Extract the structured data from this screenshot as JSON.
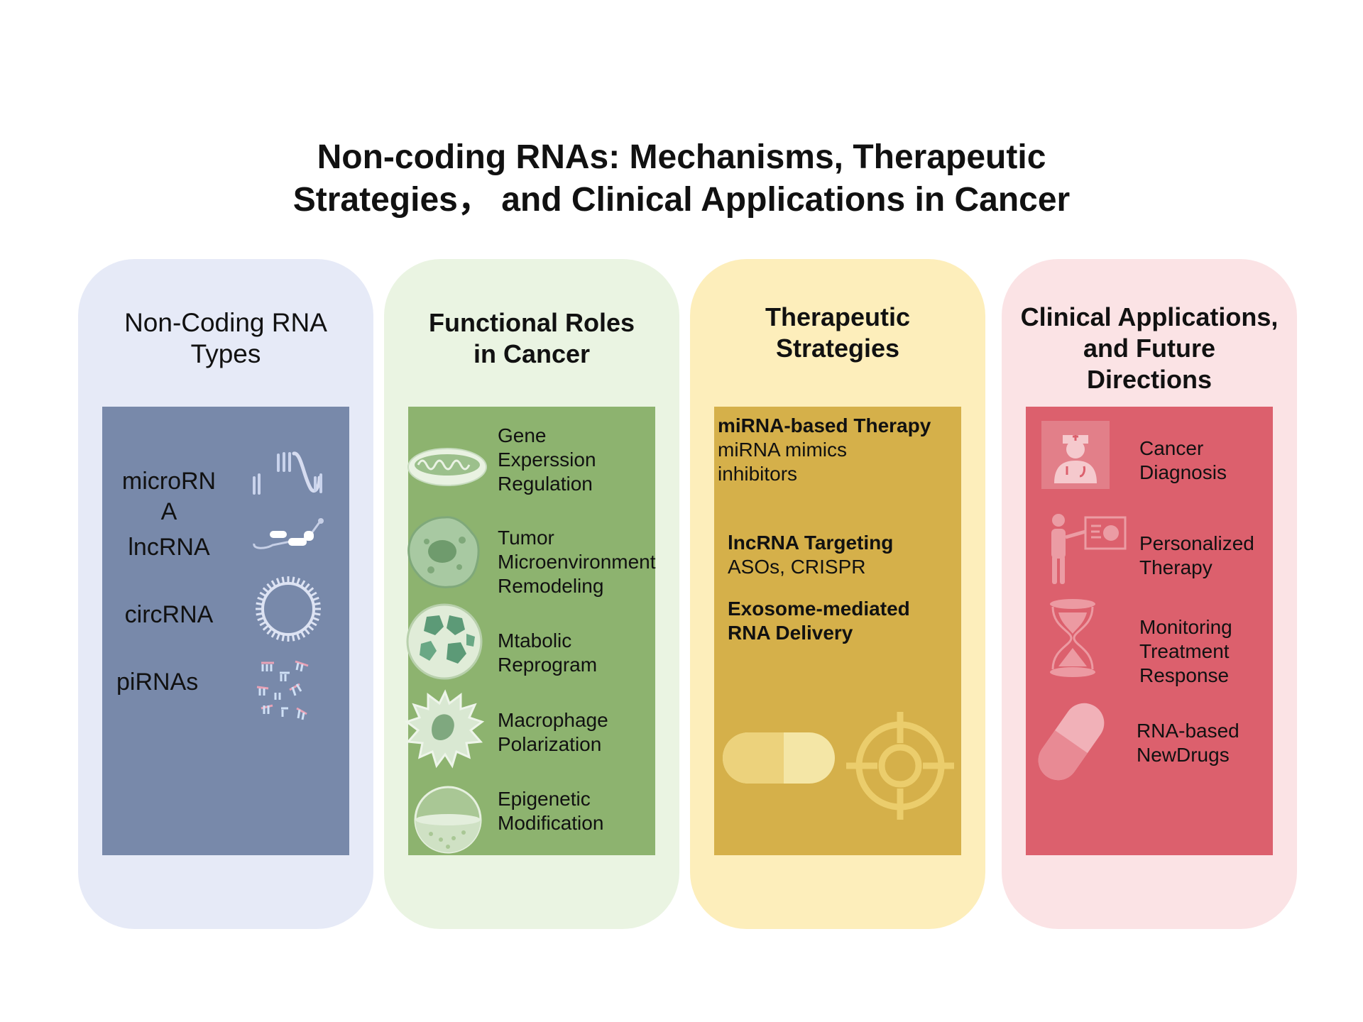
{
  "title": {
    "line1": "Non-coding RNAs: Mechanisms, Therapeutic",
    "line2": "Strategies， and Clinical Applications in Cancer"
  },
  "colors": {
    "col1_bg": "#e6eaf7",
    "col1_inner": "#7889aa",
    "col2_bg": "#eaf4e2",
    "col2_inner": "#8db36f",
    "col3_bg": "#fdeebb",
    "col3_inner": "#d5b04a",
    "col4_bg": "#fbe3e5",
    "col4_inner": "#dc606d"
  },
  "columns": [
    {
      "heading": [
        "Non-Coding RNA",
        "Types"
      ],
      "items": [
        {
          "label_lines": [
            "microRN",
            "A"
          ],
          "icon": "microrna-icon"
        },
        {
          "label_lines": [
            "lncRNA"
          ],
          "icon": "lncrna-icon"
        },
        {
          "label_lines": [
            "circRNA"
          ],
          "icon": "circrna-icon"
        },
        {
          "label_lines": [
            "piRNAs"
          ],
          "icon": "pirna-icon"
        }
      ]
    },
    {
      "heading": [
        "Functional Roles",
        "in Cancer"
      ],
      "items": [
        {
          "label_lines": [
            "Gene",
            "Experssion",
            "Regulation"
          ],
          "icon": "mitochondria-icon"
        },
        {
          "label_lines": [
            "Tumor",
            "Microenvironment",
            "Remodeling"
          ],
          "icon": "tumor-cell-icon"
        },
        {
          "label_lines": [
            "Mtabolic",
            "Reprogram"
          ],
          "icon": "metabolic-cell-icon"
        },
        {
          "label_lines": [
            "Macrophage",
            "Polarization"
          ],
          "icon": "macrophage-icon"
        },
        {
          "label_lines": [
            "Epigenetic",
            "Modification"
          ],
          "icon": "epigenetic-sphere-icon"
        }
      ]
    },
    {
      "heading": [
        "Therapeutic",
        "Strategies"
      ],
      "items": [
        {
          "title": "miRNA-based Therapy",
          "lines": [
            "miRNA mimics",
            "inhibitors"
          ]
        },
        {
          "title": "lncRNA Targeting",
          "lines": [
            "ASOs, CRISPR"
          ]
        },
        {
          "title_lines": [
            "Exosome-mediated",
            "RNA Delivery"
          ]
        }
      ],
      "icons": [
        "pill-icon",
        "target-icon"
      ]
    },
    {
      "heading": [
        "Clinical Applications,",
        "and Future",
        "Directions"
      ],
      "items": [
        {
          "label_lines": [
            "Cancer",
            "Diagnosis"
          ],
          "icon": "doctor-icon"
        },
        {
          "label_lines": [
            "Personalized",
            "Therapy"
          ],
          "icon": "presentation-icon"
        },
        {
          "label_lines": [
            "Monitoring",
            "Treatment",
            "Response"
          ],
          "icon": "hourglass-icon"
        },
        {
          "label_lines": [
            "RNA-based",
            "NewDrugs"
          ],
          "icon": "capsule-icon"
        }
      ]
    }
  ]
}
